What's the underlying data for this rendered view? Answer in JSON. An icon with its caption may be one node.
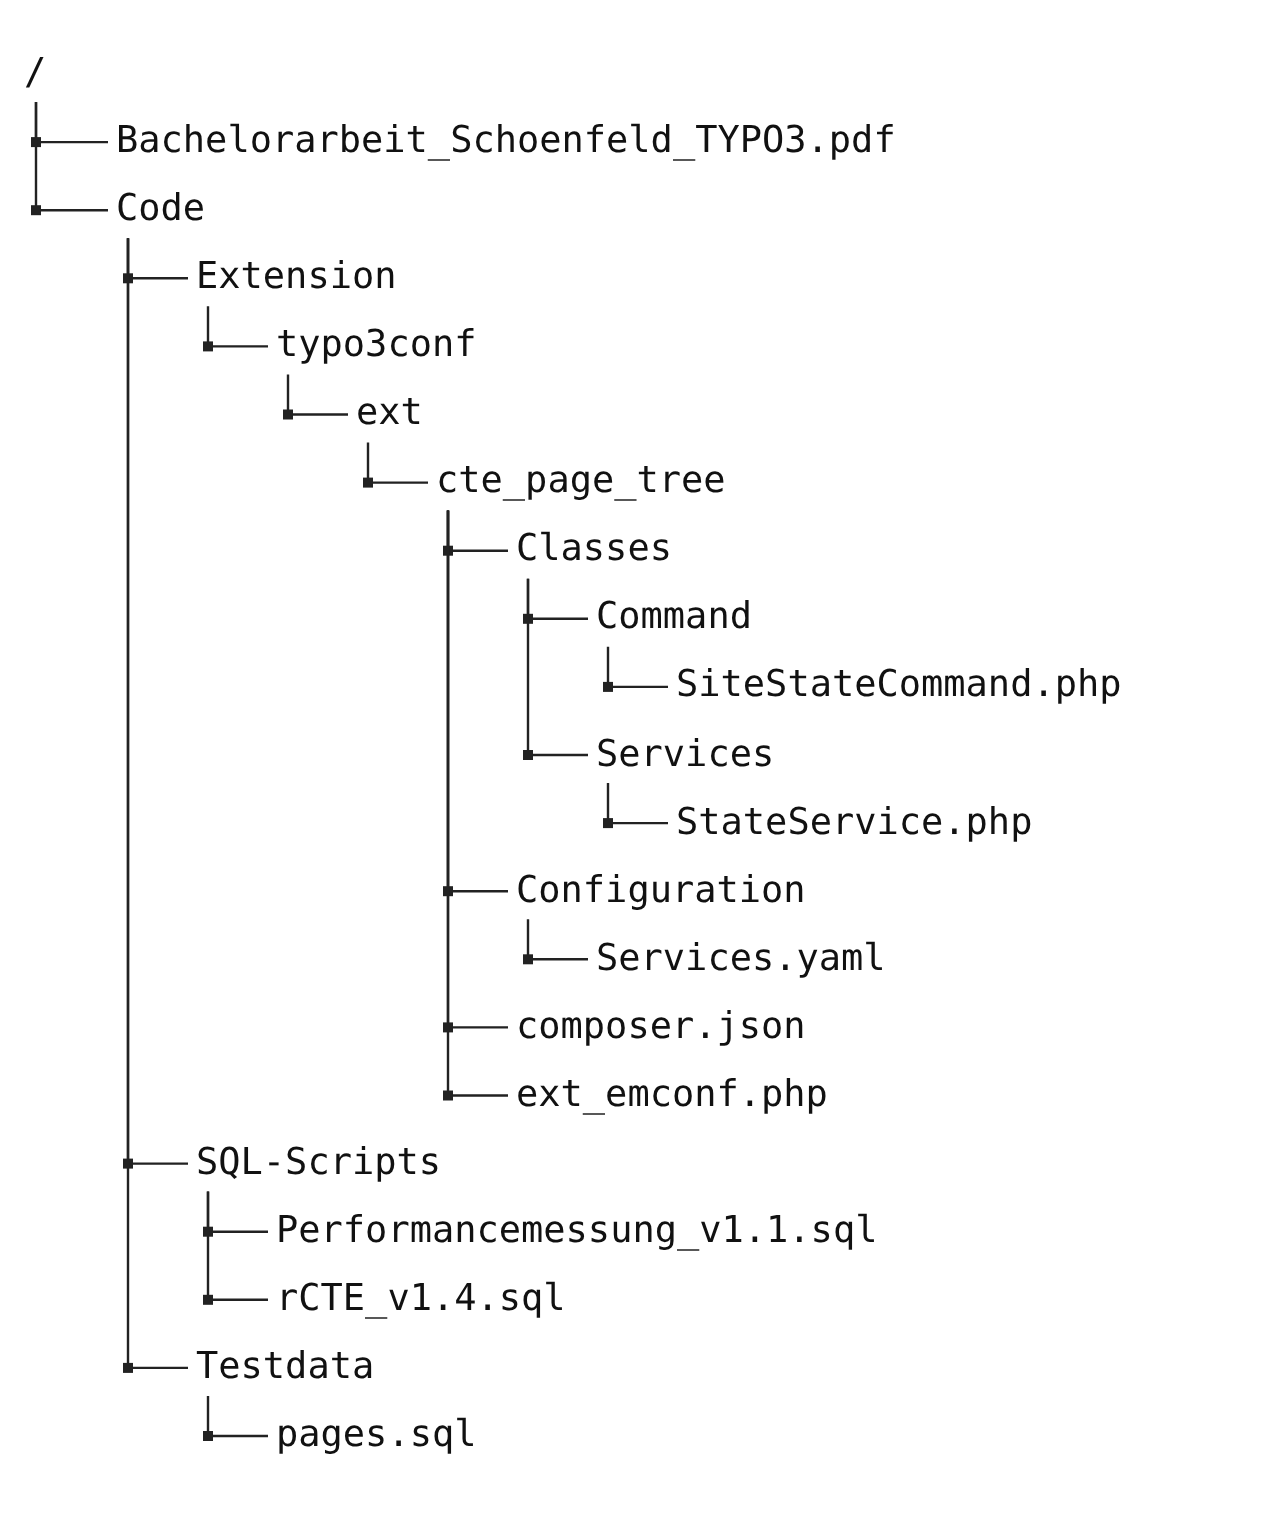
{
  "diagram": {
    "nodes": [
      {
        "text": [
          "/"
        ]
      },
      {
        "text": [
          "Bachelorarbeit_Schoenfeld_TYPO3.pdf"
        ]
      },
      {
        "text": [
          "Code"
        ]
      },
      {
        "text": [
          "Extension"
        ]
      },
      {
        "text": [
          "typo3conf"
        ]
      },
      {
        "text": [
          "ext"
        ]
      },
      {
        "text": [
          "cte_page_tree"
        ]
      },
      {
        "text": [
          "Classes"
        ]
      },
      {
        "text": [
          "Command"
        ]
      },
      {
        "text": [
          "SiteStateCommand.php"
        ]
      },
      {
        "text": [
          "Services"
        ]
      },
      {
        "text": [
          "StateService.php"
        ]
      },
      {
        "text": [
          "Configuration"
        ]
      },
      {
        "text": [
          "Services.yaml"
        ]
      },
      {
        "text": [
          "composer.json"
        ]
      },
      {
        "text": [
          "ext_emconf.php"
        ]
      },
      {
        "text": [
          "SQL-Scripts"
        ]
      },
      {
        "text": [
          "Performancemessung_v1.1.sql"
        ]
      },
      {
        "text": [
          "rCTE_v1.4.sql"
        ]
      },
      {
        "text": [
          "Testdata"
        ]
      },
      {
        "text": [
          "pages.sql"
        ]
      }
    ],
    "edges": [
      {
        "from": 0,
        "to": 1,
        "arrow": "none"
      },
      {
        "from": 0,
        "to": 2,
        "arrow": "none"
      },
      {
        "from": 2,
        "to": 3,
        "arrow": "none"
      },
      {
        "from": 3,
        "to": 4,
        "arrow": "none"
      },
      {
        "from": 4,
        "to": 5,
        "arrow": "none"
      },
      {
        "from": 5,
        "to": 6,
        "arrow": "none"
      },
      {
        "from": 6,
        "to": 7,
        "arrow": "none"
      },
      {
        "from": 7,
        "to": 8,
        "arrow": "none"
      },
      {
        "from": 8,
        "to": 9,
        "arrow": "none"
      },
      {
        "from": 7,
        "to": 10,
        "arrow": "none"
      },
      {
        "from": 10,
        "to": 11,
        "arrow": "none"
      },
      {
        "from": 6,
        "to": 12,
        "arrow": "none"
      },
      {
        "from": 12,
        "to": 13,
        "arrow": "none"
      },
      {
        "from": 6,
        "to": 14,
        "arrow": "none"
      },
      {
        "from": 6,
        "to": 15,
        "arrow": "none"
      },
      {
        "from": 2,
        "to": 16,
        "arrow": "none"
      },
      {
        "from": 16,
        "to": 17,
        "arrow": "none"
      },
      {
        "from": 16,
        "to": 18,
        "arrow": "none"
      },
      {
        "from": 2,
        "to": 19,
        "arrow": "none"
      },
      {
        "from": 19,
        "to": 20,
        "arrow": "none"
      }
    ]
  }
}
